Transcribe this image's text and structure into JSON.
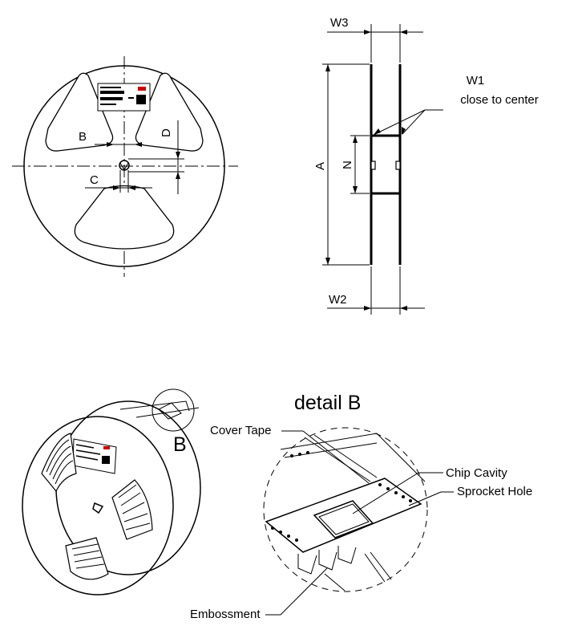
{
  "front_view": {
    "dim_B": "B",
    "dim_C": "C",
    "dim_D": "D"
  },
  "side_view": {
    "dim_W3": "W3",
    "dim_W1": "W1",
    "dim_W1_note": "close to center",
    "dim_A": "A",
    "dim_N": "N",
    "dim_W2": "W2"
  },
  "perspective": {
    "detail_marker": "B"
  },
  "detail": {
    "title": "detail B",
    "labels": {
      "cover_tape": "Cover Tape",
      "chip_cavity": "Chip Cavity",
      "sprocket_hole": "Sprocket Hole",
      "embossment": "Embossment"
    }
  }
}
